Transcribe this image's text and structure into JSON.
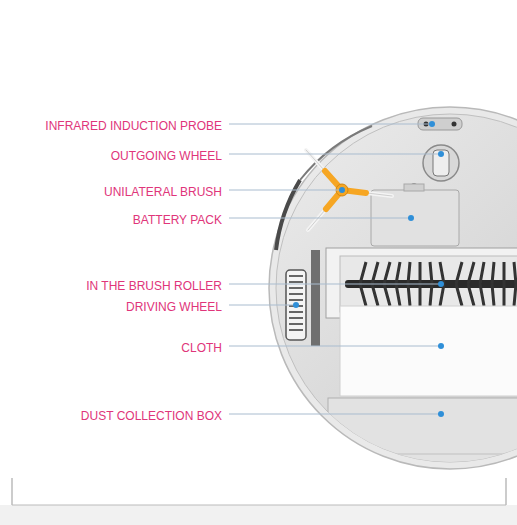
{
  "diagram": {
    "labels": [
      "INFRARED INDUCTION PROBE",
      "OUTGOING WHEEL",
      "UNILATERAL BRUSH",
      "BATTERY PACK",
      "IN THE BRUSH ROLLER",
      "DRIVING WHEEL",
      "CLOTH",
      "DUST COLLECTION BOX"
    ]
  }
}
